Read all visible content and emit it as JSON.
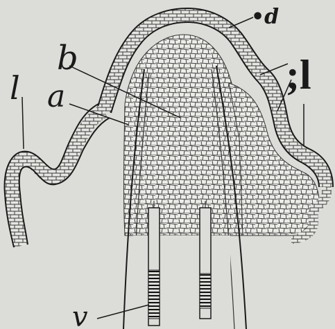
{
  "figure": {
    "labels": {
      "d": "•d",
      "l_right": ";l",
      "b": "b",
      "a": "a",
      "l_left": "l",
      "v": "v"
    },
    "colors": {
      "paper": "#dcdcd8",
      "ink": "#1a1a1a",
      "cell_fill": "#ecece8"
    }
  }
}
